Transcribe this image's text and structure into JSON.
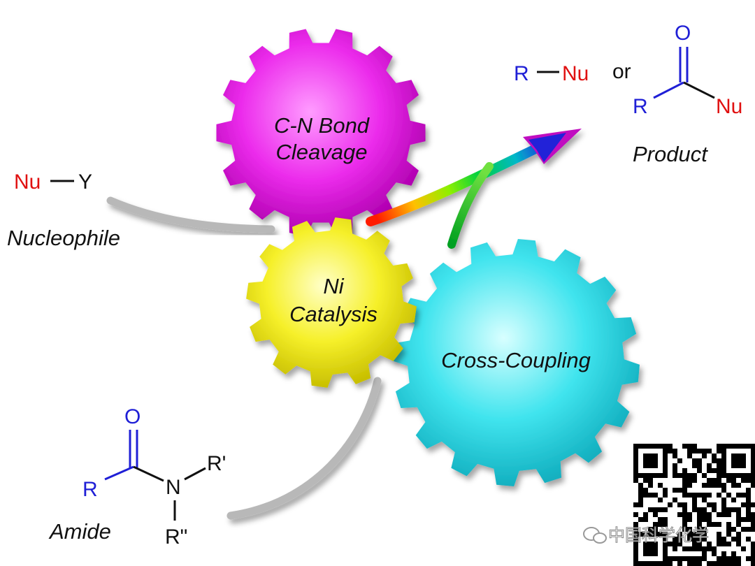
{
  "gears": {
    "cleavage": {
      "line1": "C-N Bond",
      "line2": "Cleavage",
      "color": "#e81ee8"
    },
    "catalysis": {
      "line1": "Ni",
      "line2": "Catalysis",
      "color": "#f5f028"
    },
    "coupling": {
      "line1": "Cross-Coupling",
      "color": "#3ee2ee"
    }
  },
  "nucleophile": {
    "nu": "Nu",
    "y": "Y",
    "caption": "Nucleophile"
  },
  "amide": {
    "o": "O",
    "r": "R",
    "n": "N",
    "r1": "R'",
    "r2": "R\"",
    "caption": "Amide"
  },
  "product": {
    "r_a": "R",
    "nu_a": "Nu",
    "or": "or",
    "o": "O",
    "r_b": "R",
    "nu_b": "Nu",
    "caption": "Product"
  },
  "watermark": {
    "text": "中国科学化学"
  },
  "colors": {
    "blue": "#1f1fd6",
    "red": "#e01010",
    "black": "#111111"
  },
  "icons": {
    "qr": "qr-code-icon",
    "wechat": "wechat-icon",
    "arrow": "rainbow-arrow-icon"
  }
}
